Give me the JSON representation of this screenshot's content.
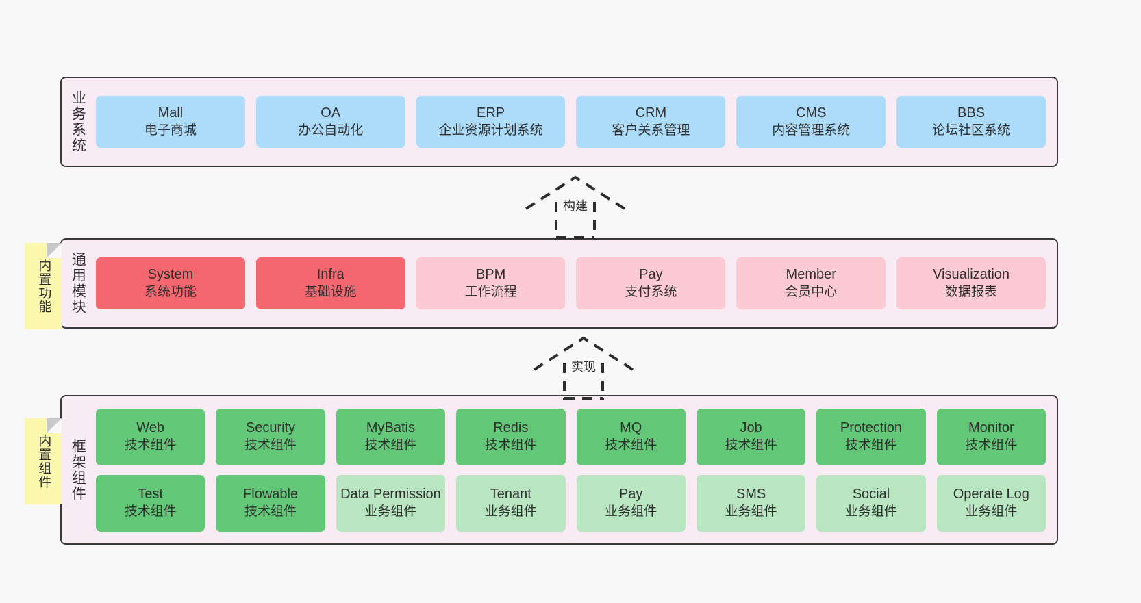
{
  "diagram": {
    "background_color": "#f8f8f8",
    "container_color": "#f9ebf4",
    "border_color": "#3a3a3a"
  },
  "notes": [
    {
      "id": "builtin-function",
      "label": "内置功能",
      "color": "#fbf8ae"
    },
    {
      "id": "builtin-component",
      "label": "内置组件",
      "color": "#fbf8ae"
    }
  ],
  "connectors": [
    {
      "id": "build",
      "label": "构建",
      "style": "dashed-hollow-arrow-up"
    },
    {
      "id": "implement",
      "label": "实现",
      "style": "dashed-hollow-arrow-up"
    }
  ],
  "layers": [
    {
      "id": "business",
      "title": "业务系统",
      "rows": [
        {
          "cells": [
            {
              "en": "Mall",
              "cn": "电子商城",
              "color": "#addcfb",
              "tone": "blue"
            },
            {
              "en": "OA",
              "cn": "办公自动化",
              "color": "#addcfb",
              "tone": "blue"
            },
            {
              "en": "ERP",
              "cn": "企业资源计划系统",
              "color": "#addcfb",
              "tone": "blue"
            },
            {
              "en": "CRM",
              "cn": "客户关系管理",
              "color": "#addcfb",
              "tone": "blue"
            },
            {
              "en": "CMS",
              "cn": "内容管理系统",
              "color": "#addcfb",
              "tone": "blue"
            },
            {
              "en": "BBS",
              "cn": "论坛社区系统",
              "color": "#addcfb",
              "tone": "blue"
            }
          ]
        }
      ]
    },
    {
      "id": "modules",
      "title": "通用模块",
      "rows": [
        {
          "cells": [
            {
              "en": "System",
              "cn": "系统功能",
              "color": "#f4676e",
              "tone": "red"
            },
            {
              "en": "Infra",
              "cn": "基础设施",
              "color": "#f4676e",
              "tone": "red"
            },
            {
              "en": "BPM",
              "cn": "工作流程",
              "color": "#fbcad3",
              "tone": "pink"
            },
            {
              "en": "Pay",
              "cn": "支付系统",
              "color": "#fbcad3",
              "tone": "pink"
            },
            {
              "en": "Member",
              "cn": "会员中心",
              "color": "#fbcad3",
              "tone": "pink"
            },
            {
              "en": "Visualization",
              "cn": "数据报表",
              "color": "#fbcad3",
              "tone": "pink"
            }
          ]
        }
      ]
    },
    {
      "id": "framework",
      "title": "框架组件",
      "rows": [
        {
          "cells": [
            {
              "en": "Web",
              "cn": "技术组件",
              "color": "#62c878",
              "tone": "green"
            },
            {
              "en": "Security",
              "cn": "技术组件",
              "color": "#62c878",
              "tone": "green"
            },
            {
              "en": "MyBatis",
              "cn": "技术组件",
              "color": "#62c878",
              "tone": "green"
            },
            {
              "en": "Redis",
              "cn": "技术组件",
              "color": "#62c878",
              "tone": "green"
            },
            {
              "en": "MQ",
              "cn": "技术组件",
              "color": "#62c878",
              "tone": "green"
            },
            {
              "en": "Job",
              "cn": "技术组件",
              "color": "#62c878",
              "tone": "green"
            },
            {
              "en": "Protection",
              "cn": "技术组件",
              "color": "#62c878",
              "tone": "green"
            },
            {
              "en": "Monitor",
              "cn": "技术组件",
              "color": "#62c878",
              "tone": "green"
            }
          ]
        },
        {
          "cells": [
            {
              "en": "Test",
              "cn": "技术组件",
              "color": "#62c878",
              "tone": "green"
            },
            {
              "en": "Flowable",
              "cn": "技术组件",
              "color": "#62c878",
              "tone": "green"
            },
            {
              "en": "Data Permission",
              "cn": "业务组件",
              "color": "#b8e6c1",
              "tone": "lightgreen",
              "wrap": true
            },
            {
              "en": "Tenant",
              "cn": "业务组件",
              "color": "#b8e6c1",
              "tone": "lightgreen"
            },
            {
              "en": "Pay",
              "cn": "业务组件",
              "color": "#b8e6c1",
              "tone": "lightgreen"
            },
            {
              "en": "SMS",
              "cn": "业务组件",
              "color": "#b8e6c1",
              "tone": "lightgreen"
            },
            {
              "en": "Social",
              "cn": "业务组件",
              "color": "#b8e6c1",
              "tone": "lightgreen"
            },
            {
              "en": "Operate Log",
              "cn": "业务组件",
              "color": "#b8e6c1",
              "tone": "lightgreen"
            }
          ]
        }
      ]
    }
  ]
}
